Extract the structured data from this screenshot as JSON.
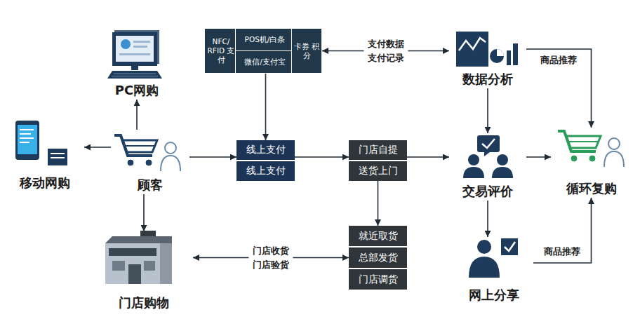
{
  "diagram": {
    "nodes": [
      {
        "text": [
          "PC网购"
        ]
      },
      {
        "text": [
          "NFC/ RFID 支付"
        ]
      },
      {
        "text": [
          "POS机/白条"
        ]
      },
      {
        "text": [
          "微信/支付宝"
        ]
      },
      {
        "text": [
          "卡券 积分"
        ]
      },
      {
        "text": [
          "数据分析"
        ]
      },
      {
        "text": [
          "移动网购"
        ]
      },
      {
        "text": [
          "顾客"
        ]
      },
      {
        "text": [
          "线上支付"
        ]
      },
      {
        "text": [
          "线上支付"
        ]
      },
      {
        "text": [
          "门店自提"
        ]
      },
      {
        "text": [
          "送货上门"
        ]
      },
      {
        "text": [
          "交易评价"
        ]
      },
      {
        "text": [
          "循环复购"
        ]
      },
      {
        "text": [
          "就近取货"
        ]
      },
      {
        "text": [
          "总部发货"
        ]
      },
      {
        "text": [
          "门店调货"
        ]
      },
      {
        "text": [
          "门店购物"
        ]
      },
      {
        "text": [
          "网上分享"
        ]
      }
    ],
    "edges": [
      {
        "from": 7,
        "to": 0,
        "arrow": "to"
      },
      {
        "from": 7,
        "to": 6,
        "arrow": "to"
      },
      {
        "from": 7,
        "to": 17,
        "arrow": "to"
      },
      {
        "from": 7,
        "to": 8,
        "arrow": "to"
      },
      {
        "from": 3,
        "to": 8,
        "arrow": "to"
      },
      {
        "from": 8,
        "to": 10,
        "arrow": "to"
      },
      {
        "from": 10,
        "to": 12,
        "arrow": "to"
      },
      {
        "from": 11,
        "to": 14,
        "arrow": "to"
      },
      {
        "from": 17,
        "to": 15,
        "label": "门店收货 门店验货",
        "arrow": "both"
      },
      {
        "from": 4,
        "to": 5,
        "label": "支付数据 支付记录",
        "arrow": "both"
      },
      {
        "from": 5,
        "to": 12,
        "arrow": "to"
      },
      {
        "from": 5,
        "to": 13,
        "label": "商品推荐",
        "arrow": "to"
      },
      {
        "from": 12,
        "to": 13,
        "arrow": "to"
      },
      {
        "from": 12,
        "to": 18,
        "arrow": "to"
      },
      {
        "from": 18,
        "to": 13,
        "label": "商品推荐",
        "arrow": "to"
      }
    ]
  }
}
